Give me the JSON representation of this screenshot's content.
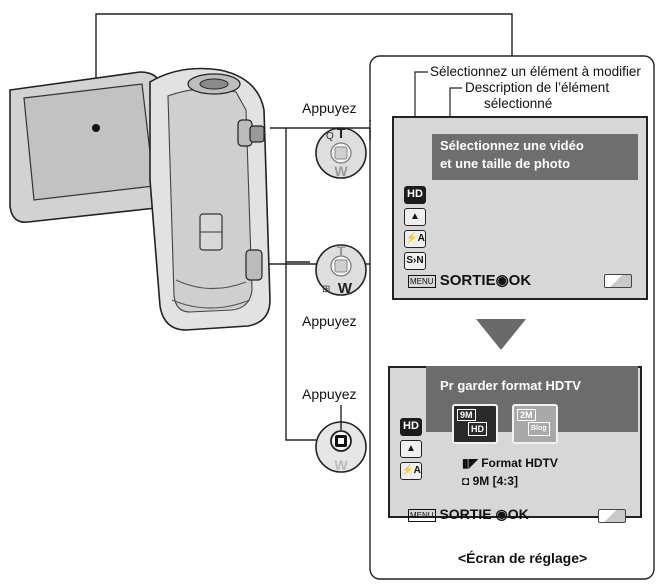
{
  "labels": {
    "press_top": "Appuyez",
    "press_middle": "Appuyez",
    "press_bottom": "Appuyez"
  },
  "callouts": {
    "select_item": "Sélectionnez un élément à modifier",
    "description_line1": "Description de l’élément",
    "description_line2": "sélectionné"
  },
  "screen1": {
    "message_line1": "Sélectionnez une vidéo",
    "message_line2": "et une taille de photo",
    "menu_icons": [
      "HD",
      "▲",
      "⚡A",
      "S›N"
    ],
    "footer_menu": "MENU",
    "footer_exit": "SORTIE",
    "footer_ok": "OK"
  },
  "screen2": {
    "title": "Pr garder format HDTV",
    "option1_tag": "9M",
    "option1_sub": "HD",
    "option2_tag": "2M",
    "option2_sub": "Blog",
    "info_line1": "Format HDTV",
    "info_line2": "9M [4:3]",
    "menu_icons": [
      "HD",
      "▲",
      "⚡A"
    ],
    "footer_menu": "MENU",
    "footer_exit": "SORTIE",
    "footer_ok": "OK"
  },
  "caption": "<Écran de réglage>",
  "colors": {
    "screen_bg": "#d7d7d7",
    "message_bg": "#6e6e6e",
    "arrow": "#6a6a6a",
    "camera_body": "#cfcfcf"
  },
  "icons": {
    "zoom_button_top": "zoom-tele-icon",
    "zoom_button_wide": "zoom-wide-icon",
    "set_button": "set-button-icon",
    "next_arrow": "down-triangle-icon"
  }
}
